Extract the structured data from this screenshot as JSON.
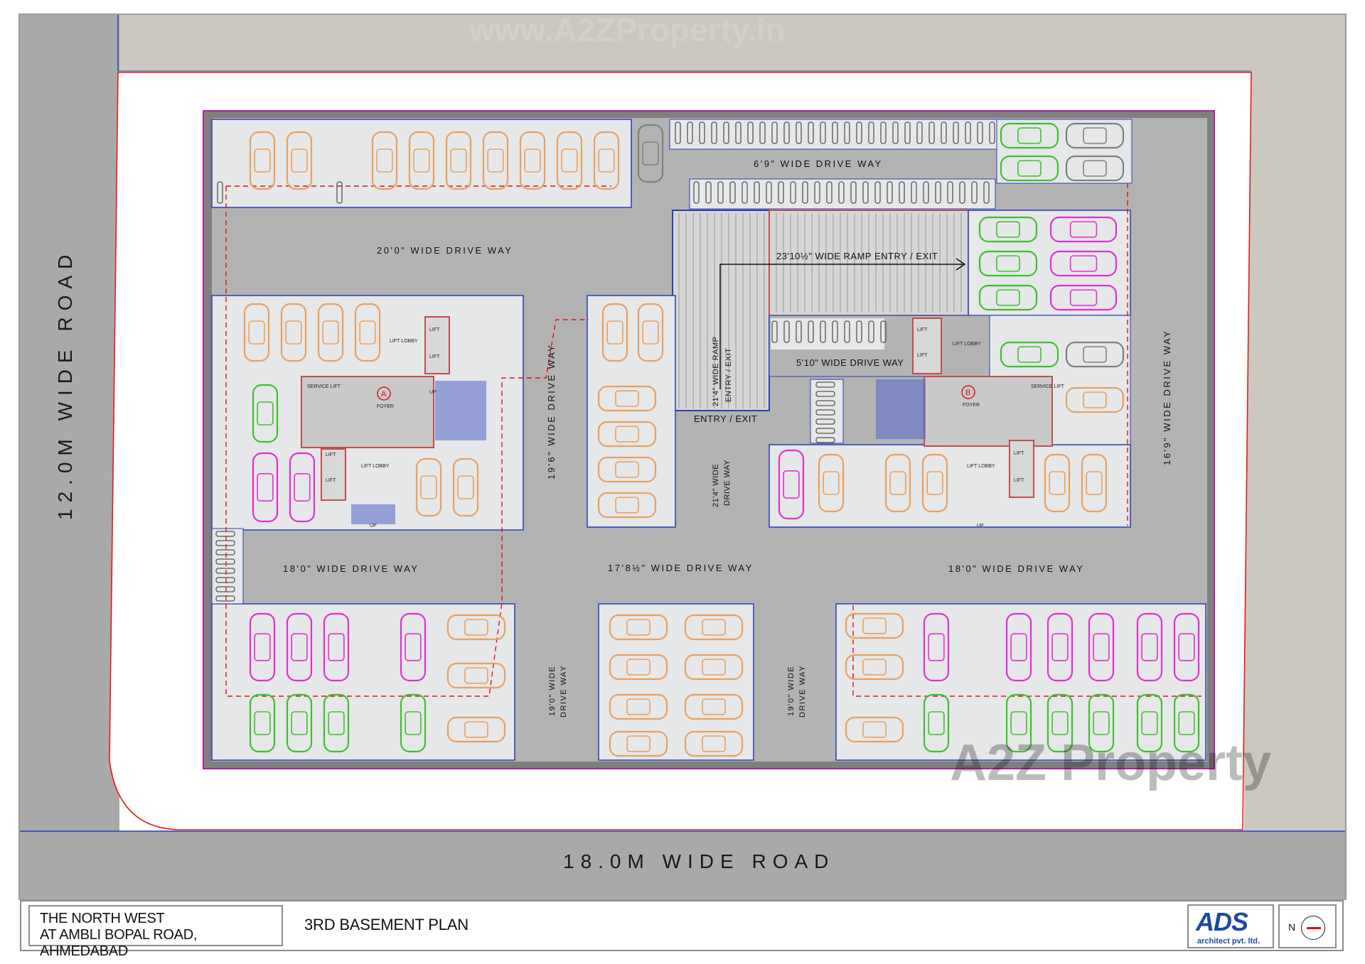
{
  "roads": {
    "west": "12.0M WIDE ROAD",
    "south": "18.0M WIDE ROAD"
  },
  "watermarks": {
    "top": "www.A2ZProperty.in",
    "bottom": "A2Z Property"
  },
  "driveways": {
    "top_right": "6'9\" WIDE DRIVE WAY",
    "upper_left": "20'0\" WIDE DRIVE WAY",
    "ramp": "23'10½\" WIDE RAMP ENTRY / EXIT",
    "ramp_side_1": "21'4\" WIDE RAMP",
    "ramp_side_2": "ENTRY / EXIT",
    "entry_exit": "ENTRY / EXIT",
    "middle_small": "5'10\" WIDE DRIVE WAY",
    "middle_vertical_1": "21'4\" WIDE",
    "middle_vertical_2": "DRIVE WAY",
    "left_vertical": "19'6\" WIDE DRIVE WAY",
    "right_vertical": "16'9\" WIDE DRIVE WAY",
    "lower_left": "18'0\" WIDE DRIVE WAY",
    "lower_center": "17'8½\" WIDE DRIVE WAY",
    "lower_right": "18'0\" WIDE DRIVE WAY",
    "bottom_left_v1": "19'0\" WIDE",
    "bottom_left_v2": "DRIVE WAY",
    "bottom_right_v1": "19'0\" WIDE",
    "bottom_right_v2": "DRIVE WAY"
  },
  "cores": {
    "a_mark": "A",
    "b_mark": "B",
    "foyer": "FOYER",
    "lift": "LIFT",
    "lift_lobby": "LIFT LOBBY",
    "service_lift": "SERVICE LIFT",
    "up": "UP"
  },
  "title_block": {
    "project_line1": "THE NORTH WEST",
    "project_line2": "AT AMBLI BOPAL ROAD, AHMEDABAD",
    "sheet_title": "3RD BASEMENT PLAN",
    "logo": "ADS",
    "logo_sub": "architect pvt. ltd.",
    "north": "N"
  },
  "colors": {
    "road": "#a9a9a9",
    "plot_beige": "#cbc8bf",
    "basement": "#b3b3b3",
    "parking_bay": "#e6e7e8",
    "wall": "#c98080",
    "blue_line": "#2a3fb4",
    "magenta_line": "#b0209a",
    "car_orange": "#e8a060",
    "car_magenta": "#e030d0",
    "car_green": "#3fbf30",
    "car_grey": "#808080"
  }
}
